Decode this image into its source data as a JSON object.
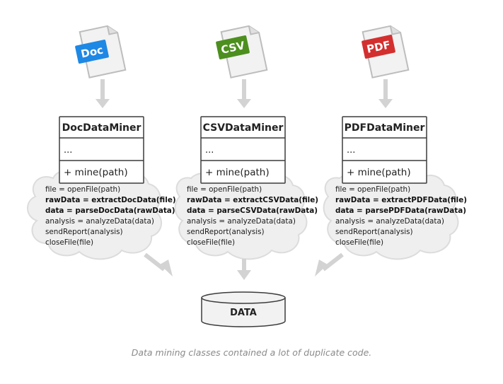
{
  "columns": [
    {
      "file_badge": "Doc",
      "badge_color": "#1e88e5",
      "class_name": "DocDataMiner",
      "attributes": "...",
      "operation": "+ mine(path)",
      "code": [
        {
          "text": "file = openFile(path)",
          "bold": false
        },
        {
          "text": "rawData = extractDocData(file)",
          "bold": true
        },
        {
          "text": "data = parseDocData(rawData)",
          "bold": true
        },
        {
          "text": "analysis = analyzeData(data)",
          "bold": false
        },
        {
          "text": "sendReport(analysis)",
          "bold": false
        },
        {
          "text": "closeFile(file)",
          "bold": false
        }
      ]
    },
    {
      "file_badge": "CSV",
      "badge_color": "#4c8f1e",
      "class_name": "CSVDataMiner",
      "attributes": "...",
      "operation": "+ mine(path)",
      "code": [
        {
          "text": "file = openFile(path)",
          "bold": false
        },
        {
          "text": "rawData = extractCSVData(file)",
          "bold": true
        },
        {
          "text": "data = parseCSVData(rawData)",
          "bold": true
        },
        {
          "text": "analysis = analyzeData(data)",
          "bold": false
        },
        {
          "text": "sendReport(analysis)",
          "bold": false
        },
        {
          "text": "closeFile(file)",
          "bold": false
        }
      ]
    },
    {
      "file_badge": "PDF",
      "badge_color": "#d32f2f",
      "class_name": "PDFDataMiner",
      "attributes": "...",
      "operation": "+ mine(path)",
      "code": [
        {
          "text": "file = openFile(path)",
          "bold": false
        },
        {
          "text": "rawData = extractPDFData(file)",
          "bold": true
        },
        {
          "text": "data = parsePDFData(rawData)",
          "bold": true
        },
        {
          "text": "analysis = analyzeData(data)",
          "bold": false
        },
        {
          "text": "sendReport(analysis)",
          "bold": false
        },
        {
          "text": "closeFile(file)",
          "bold": false
        }
      ]
    }
  ],
  "database": {
    "label": "DATA"
  },
  "caption": "Data mining classes contained a lot of duplicate code."
}
